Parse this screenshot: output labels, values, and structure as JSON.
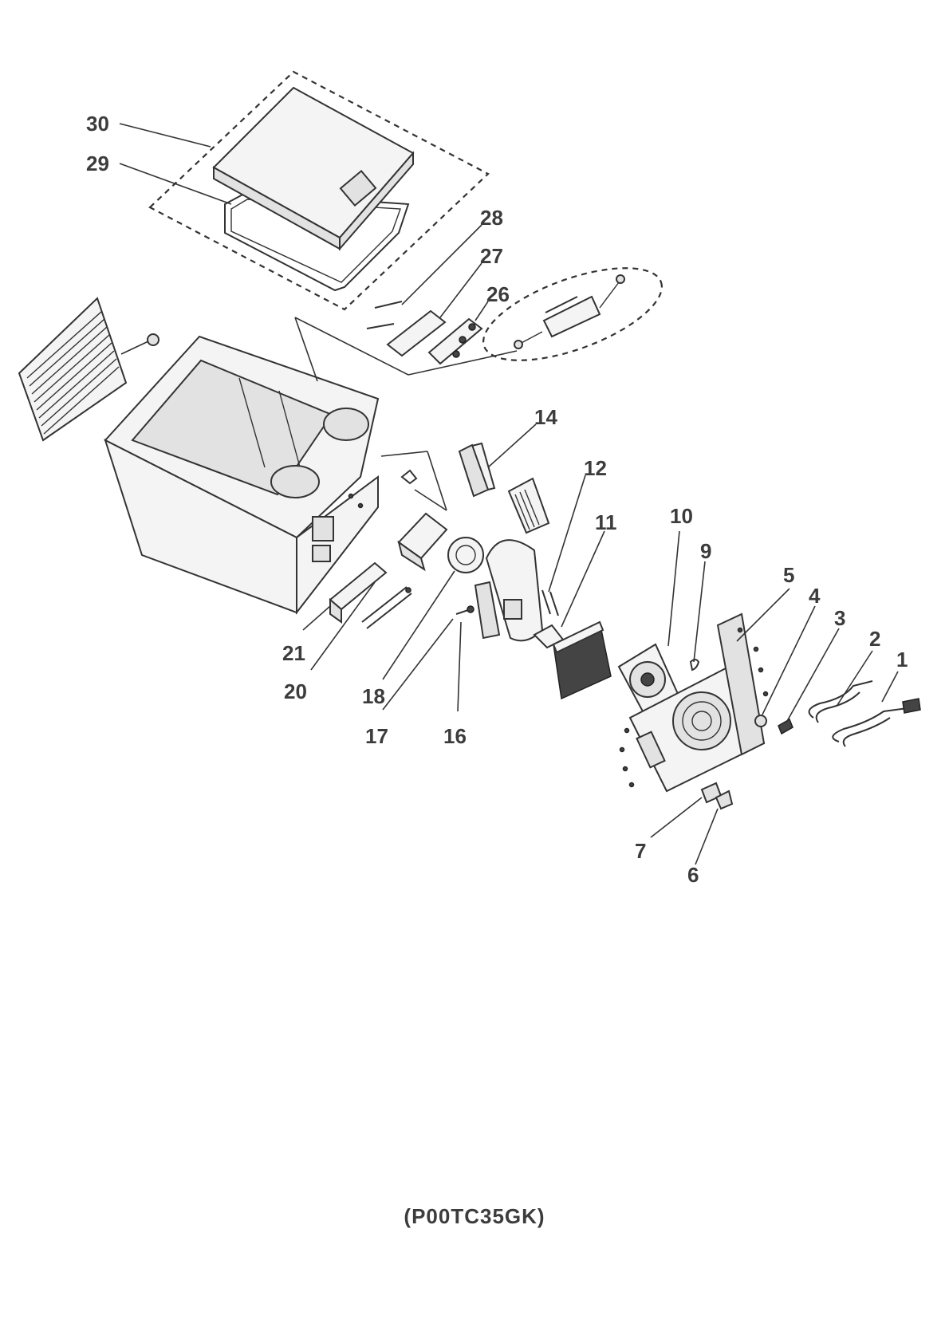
{
  "diagram": {
    "part_labels": [
      {
        "id": "30",
        "text": "30"
      },
      {
        "id": "29",
        "text": "29"
      },
      {
        "id": "28",
        "text": "28"
      },
      {
        "id": "27",
        "text": "27"
      },
      {
        "id": "26",
        "text": "26"
      },
      {
        "id": "14",
        "text": "14"
      },
      {
        "id": "12",
        "text": "12"
      },
      {
        "id": "11",
        "text": "11"
      },
      {
        "id": "10",
        "text": "10"
      },
      {
        "id": "9",
        "text": "9"
      },
      {
        "id": "5",
        "text": "5"
      },
      {
        "id": "4",
        "text": "4"
      },
      {
        "id": "3",
        "text": "3"
      },
      {
        "id": "2",
        "text": "2"
      },
      {
        "id": "1",
        "text": "1"
      },
      {
        "id": "21",
        "text": "21"
      },
      {
        "id": "20",
        "text": "20"
      },
      {
        "id": "18",
        "text": "18"
      },
      {
        "id": "17",
        "text": "17"
      },
      {
        "id": "16",
        "text": "16"
      },
      {
        "id": "7",
        "text": "7"
      },
      {
        "id": "6",
        "text": "6"
      }
    ],
    "model_code": "(P00TC35GK)"
  }
}
